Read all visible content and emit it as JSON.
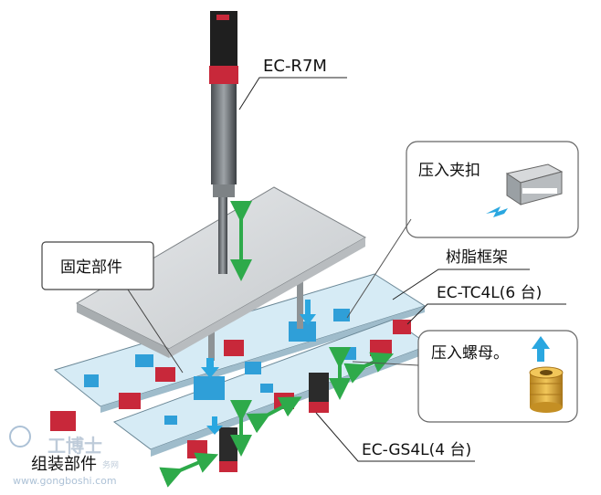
{
  "labels": {
    "sensor": "EC-R7M",
    "press_clip": "压入夹扣",
    "fixing_part": "固定部件",
    "resin_frame": "树脂框架",
    "tc4l": "EC-TC4L(6 台)",
    "press_nut": "压入螺母。",
    "gs4l": "EC-GS4L(4 台)",
    "assembly_part": "组装部件"
  },
  "watermark": {
    "brand": "工博士",
    "url": "www.gongboshi.com",
    "small": "务网"
  },
  "colors": {
    "arrow_blue": "#2aa7e0",
    "arrow_green": "#2eaa4a",
    "sensor_red": "#c8283a",
    "plate_gray": "#cfd3d6",
    "tray_blue": "#cfe6f2",
    "block_blue": "#2f9fd8",
    "nut_gold": "#d9a63a"
  }
}
